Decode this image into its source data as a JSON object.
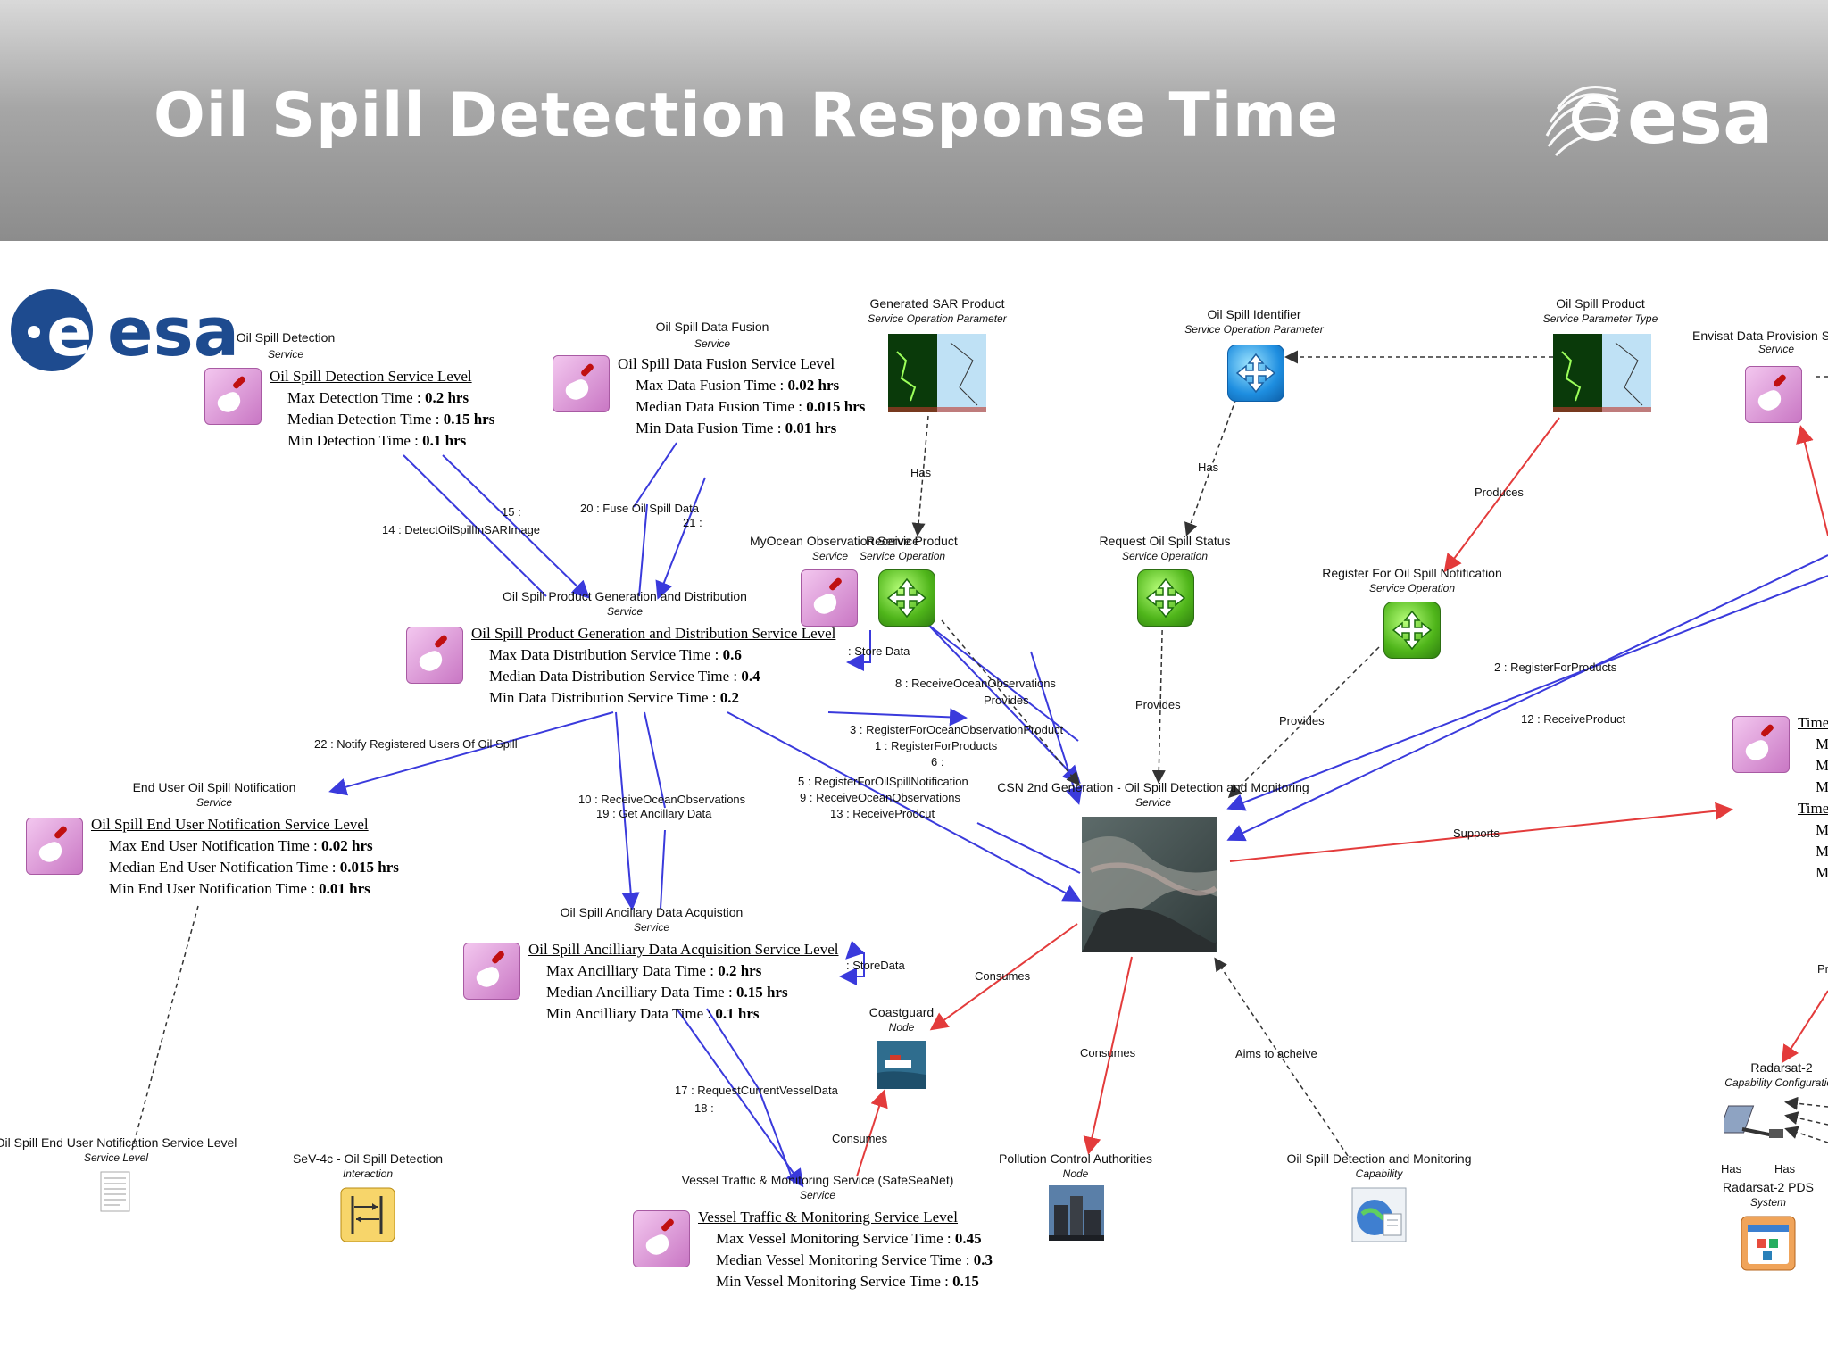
{
  "slide": {
    "title": "Oil Spill Detection Response Time",
    "logo_text": "esa"
  },
  "colors": {
    "header_top": "#d9d9d9",
    "header_bottom": "#8c8c8c",
    "esa_blue": "#1e4b8f",
    "link_blue": "#3a3adc",
    "link_red": "#e33b3b",
    "link_dashed": "#444444"
  },
  "diagram": {
    "logo_text": "esa",
    "nodes": {
      "oil_spill_detection": {
        "name": "Oil Spill Detection",
        "stereotype": "Service",
        "icon": "service-wrench-icon"
      },
      "oil_spill_data_fusion": {
        "name": "Oil Spill Data Fusion",
        "stereotype": "Service",
        "icon": "service-wrench-icon"
      },
      "generated_sar_product": {
        "name": "Generated SAR Product",
        "stereotype": "Service Operation Parameter",
        "icon": "sar-image-thumbnail"
      },
      "oil_spill_identifier": {
        "name": "Oil Spill Identifier",
        "stereotype": "Service Operation Parameter",
        "icon": "move-cross-icon"
      },
      "oil_spill_product": {
        "name": "Oil Spill Product",
        "stereotype": "Service Parameter Type",
        "icon": "sar-image-thumbnail"
      },
      "envisat_data_provision": {
        "name": "Envisat Data Provision Se",
        "stereotype": "Service",
        "icon": "service-wrench-icon"
      },
      "myocean_observation": {
        "name": "MyOcean Observation Service",
        "stereotype": "Service",
        "icon": "service-wrench-icon"
      },
      "receive_product": {
        "name": "Receive Product",
        "stereotype": "Service Operation",
        "icon": "move-cross-icon"
      },
      "request_oil_spill_status": {
        "name": "Request Oil Spill Status",
        "stereotype": "Service Operation",
        "icon": "move-cross-icon"
      },
      "register_for_notification": {
        "name": "Register For Oil Spill Notification",
        "stereotype": "Service Operation",
        "icon": "move-cross-icon"
      },
      "product_generation_distribution": {
        "name": "Oil Spill Product Generation and Distribution",
        "stereotype": "Service",
        "icon": "service-wrench-icon"
      },
      "end_user_notification": {
        "name": "End User Oil Spill Notification",
        "stereotype": "Service",
        "icon": "service-wrench-icon"
      },
      "csn_2nd_generation": {
        "name": "CSN 2nd Generation - Oil Spill Detection and Monitoring",
        "stereotype": "Service",
        "icon": "oil-spill-photo"
      },
      "ancillary_data_acquisition": {
        "name": "Oil Spill Ancillary Data Acquistion",
        "stereotype": "Service",
        "icon": "service-wrench-icon"
      },
      "coastguard": {
        "name": "Coastguard",
        "stereotype": "Node",
        "icon": "coastguard-ship-photo"
      },
      "pollution_control": {
        "name": "Pollution Control Authorities",
        "stereotype": "Node",
        "icon": "building-photo"
      },
      "oil_spill_capability": {
        "name": "Oil Spill Detection and Monitoring",
        "stereotype": "Capability",
        "icon": "globe-document-icon"
      },
      "radarsat2_config": {
        "name": "Radarsat-2",
        "stereotype": "Capability Configuration",
        "icon": "satellite-icon"
      },
      "radarsat2_pds": {
        "name": "Radarsat-2 PDS",
        "stereotype": "System",
        "icon": "system-window-icon"
      },
      "end_user_notification_level": {
        "name": "Oil Spill End User Notification Service Level",
        "stereotype": "Service Level",
        "icon": "document-icon"
      },
      "sev4c": {
        "name": "SeV-4c - Oil Spill Detection",
        "stereotype": "Interaction",
        "icon": "interaction-icon"
      },
      "vessel_traffic": {
        "name": "Vessel Traffic & Monitoring Service (SafeSeaNet)",
        "stereotype": "Service",
        "icon": "service-wrench-icon"
      },
      "time_partial": {
        "name": "",
        "stereotype": "",
        "icon": "service-wrench-icon"
      }
    },
    "service_levels": {
      "detection": {
        "title": "Oil Spill Detection Service Level",
        "rows": [
          {
            "label": "Max Detection Time : ",
            "value": "0.2 hrs"
          },
          {
            "label": "Median Detection Time : ",
            "value": "0.15 hrs"
          },
          {
            "label": "Min Detection Time : ",
            "value": "0.1 hrs"
          }
        ]
      },
      "fusion": {
        "title": "Oil Spill Data Fusion Service Level",
        "rows": [
          {
            "label": "Max Data Fusion Time : ",
            "value": "0.02 hrs"
          },
          {
            "label": "Median Data Fusion Time : ",
            "value": "0.015 hrs"
          },
          {
            "label": "Min Data Fusion Time : ",
            "value": "0.01 hrs"
          }
        ]
      },
      "distribution": {
        "title": "Oil Spill Product Generation and Distribution Service Level",
        "rows": [
          {
            "label": "Max Data Distribution Service Time : ",
            "value": "0.6"
          },
          {
            "label": "Median Data Distribution Service Time : ",
            "value": "0.4"
          },
          {
            "label": "Min Data Distribution Service Time : ",
            "value": "0.2"
          }
        ]
      },
      "notification": {
        "title": "Oil Spill End User Notification Service Level",
        "rows": [
          {
            "label": "Max End User Notification Time : ",
            "value": "0.02 hrs"
          },
          {
            "label": "Median End User Notification Time : ",
            "value": "0.015 hrs"
          },
          {
            "label": "Min End User Notification Time : ",
            "value": "0.01 hrs"
          }
        ]
      },
      "ancillary": {
        "title": "Oil Spill Ancilliary Data Acquisition Service Level",
        "rows": [
          {
            "label": "Max Ancilliary Data Time : ",
            "value": "0.2 hrs"
          },
          {
            "label": "Median Ancilliary Data Time : ",
            "value": "0.15 hrs"
          },
          {
            "label": "Min Ancilliary Data Time : ",
            "value": "0.1 hrs"
          }
        ]
      },
      "vessel": {
        "title": "Vessel Traffic & Monitoring Service Level",
        "rows": [
          {
            "label": "Max Vessel Monitoring Service Time : ",
            "value": "0.45"
          },
          {
            "label": "Median Vessel Monitoring Service Time : ",
            "value": "0.3"
          },
          {
            "label": "Min Vessel Monitoring Service Time : ",
            "value": "0.15"
          }
        ]
      },
      "time_partial": {
        "rows": [
          "Time",
          "M",
          "M",
          "M",
          "Time",
          "M",
          "M",
          "M"
        ]
      }
    },
    "edge_labels": {
      "has_sar": "Has",
      "has_identifier": "Has",
      "produces": "Produces",
      "detect_15": "15 :",
      "detect_14": "14 : DetectOilSpillInSARImage",
      "fuse_20": "20 : Fuse Oil Spill Data",
      "fuse_21": "21 :",
      "store_data": ": Store Data",
      "receive_ocean_8": "8 : ReceiveOceanObservations",
      "provides_1": "Provides",
      "provides_2": "Provides",
      "provides_3": "Provides",
      "register_ocean_3": "3 : RegisterForOceanObservationProduct",
      "register_products_1": "1 : RegisterForProducts",
      "msg_6": "6 :",
      "register_products_2": "2 : RegisterForProducts",
      "receive_product_12": "12 : ReceiveProduct",
      "notify_22": "22 : Notify Registered Users Of Oil Spill",
      "register_notification_5": "5 : RegisterForOilSpillNotification",
      "receive_ocean_9": "9 : ReceiveOceanObservations",
      "receive_product_13": "13 : ReceiveProdcut",
      "receive_ocean_10": "10 : ReceiveOceanObservations",
      "ancillary_19": "19 : Get Ancillary Data",
      "supports": "Supports",
      "consumes_1": "Consumes",
      "consumes_2": "Consumes",
      "consumes_3": "Consumes",
      "aims": "Aims to acheive",
      "store_data_2": ": StoreData",
      "vessel_17": "17 : RequestCurrentVesselData",
      "vessel_18": "18 :",
      "has_r1": "Has",
      "has_r2": "Has",
      "pr_partial": "Pr"
    }
  }
}
